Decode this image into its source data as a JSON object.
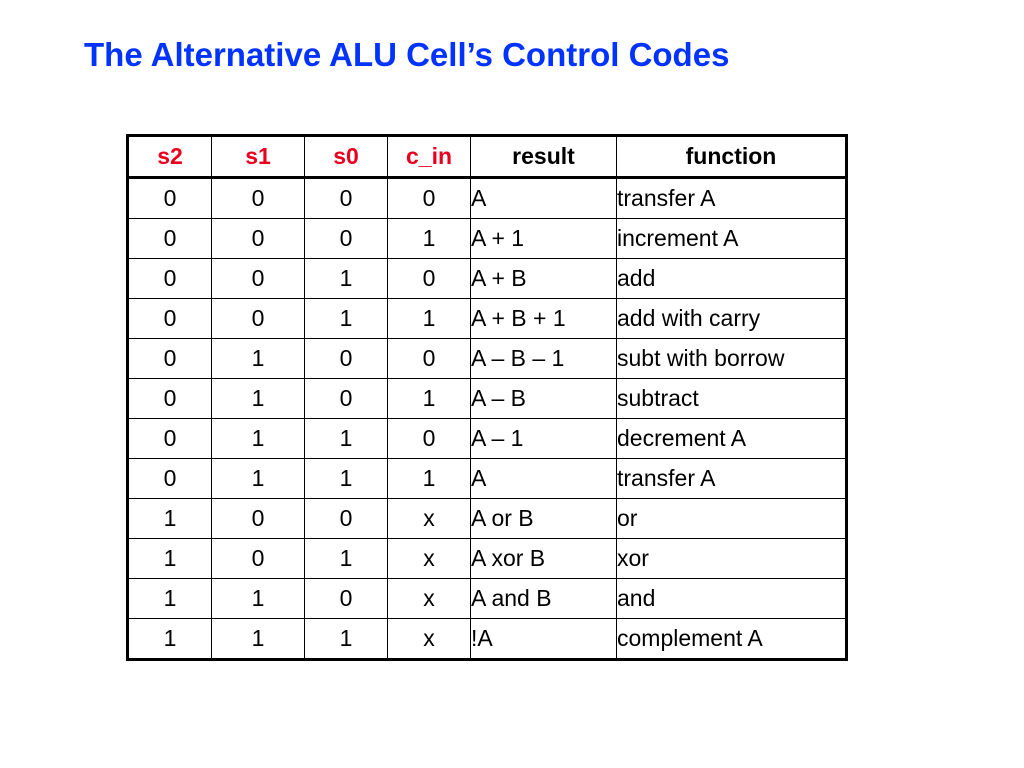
{
  "slide": {
    "title": "The Alternative ALU Cell’s Control Codes"
  },
  "table": {
    "headers": [
      "s2",
      "s1",
      "s0",
      "c_in",
      "result",
      "function"
    ],
    "rows": [
      [
        "0",
        "0",
        "0",
        "0",
        "A",
        "transfer A"
      ],
      [
        "0",
        "0",
        "0",
        "1",
        "A + 1",
        "increment A"
      ],
      [
        "0",
        "0",
        "1",
        "0",
        "A + B",
        "add"
      ],
      [
        "0",
        "0",
        "1",
        "1",
        "A + B + 1",
        "add with carry"
      ],
      [
        "0",
        "1",
        "0",
        "0",
        "A – B – 1",
        "subt with borrow"
      ],
      [
        "0",
        "1",
        "0",
        "1",
        "A – B",
        "subtract"
      ],
      [
        "0",
        "1",
        "1",
        "0",
        "A – 1",
        "decrement A"
      ],
      [
        "0",
        "1",
        "1",
        "1",
        "A",
        "transfer A"
      ],
      [
        "1",
        "0",
        "0",
        "x",
        "A or B",
        "or"
      ],
      [
        "1",
        "0",
        "1",
        "x",
        "A xor B",
        "xor"
      ],
      [
        "1",
        "1",
        "0",
        "x",
        "A and B",
        "and"
      ],
      [
        "1",
        "1",
        "1",
        "x",
        "!A",
        "complement A"
      ]
    ]
  },
  "colors": {
    "title": "#0033ff",
    "input_headers": "#e8001e",
    "text": "#000000"
  }
}
